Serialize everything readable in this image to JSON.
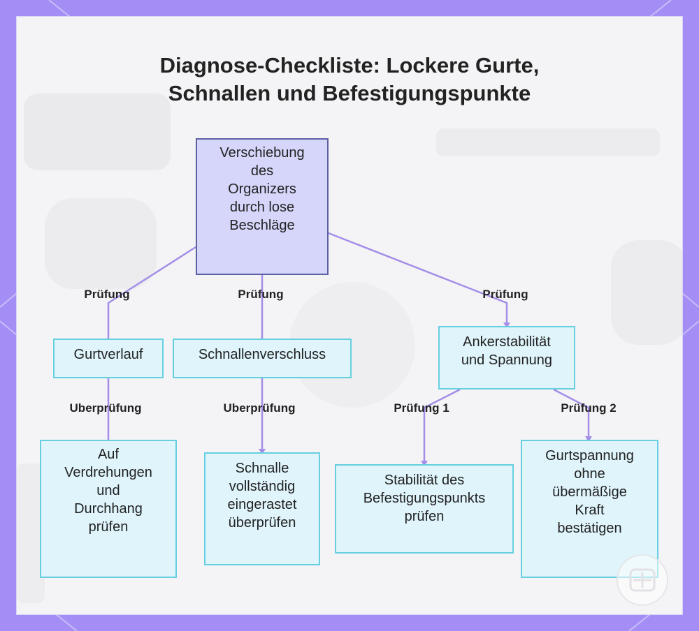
{
  "title": {
    "line1": "Diagnose-Checkliste: Lockere Gurte,",
    "line2": "Schnallen und Befestigungspunkte"
  },
  "colors": {
    "background": "#a48ef5",
    "card": "#f4f4f6",
    "edge": "#a48ee8",
    "root_fill": "#d6d6fb",
    "root_border": "#5d5fa3",
    "node_fill": "#dff4fb",
    "node_border": "#68cfe0"
  },
  "nodes": {
    "root": [
      "Verschiebung",
      "des",
      "Organizers",
      "durch lose",
      "Beschläge"
    ],
    "gurtverlauf": [
      "Gurtverlauf"
    ],
    "schnallenverschluss": [
      "Schnallenverschluss"
    ],
    "ankerstabilitaet": [
      "Ankerstabilität",
      "und Spannung"
    ],
    "verdrehungen": [
      "Auf",
      "Verdrehungen",
      "und",
      "Durchhang",
      "prüfen"
    ],
    "schnalle": [
      "Schnalle",
      "vollständig",
      "eingerastet",
      "überprüfen"
    ],
    "stabilitaet": [
      "Stabilität des",
      "Befestigungspunkts",
      "prüfen"
    ],
    "gurtspannung": [
      "Gurtspannung",
      "ohne",
      "übermäßige",
      "Kraft",
      "bestätigen"
    ]
  },
  "edge_labels": {
    "root_gurtverlauf": "Prüfung",
    "root_schnallen": "Prüfung",
    "root_anker": "Prüfung",
    "gurtverlauf_verdrehungen": "Uberprüfung",
    "schnallen_schnalle": "Uberprüfung",
    "anker_stabilitaet": "Prüfung 1",
    "anker_gurtspannung": "Prüfung 2"
  },
  "icons": {
    "corner": "app-logo-icon"
  }
}
